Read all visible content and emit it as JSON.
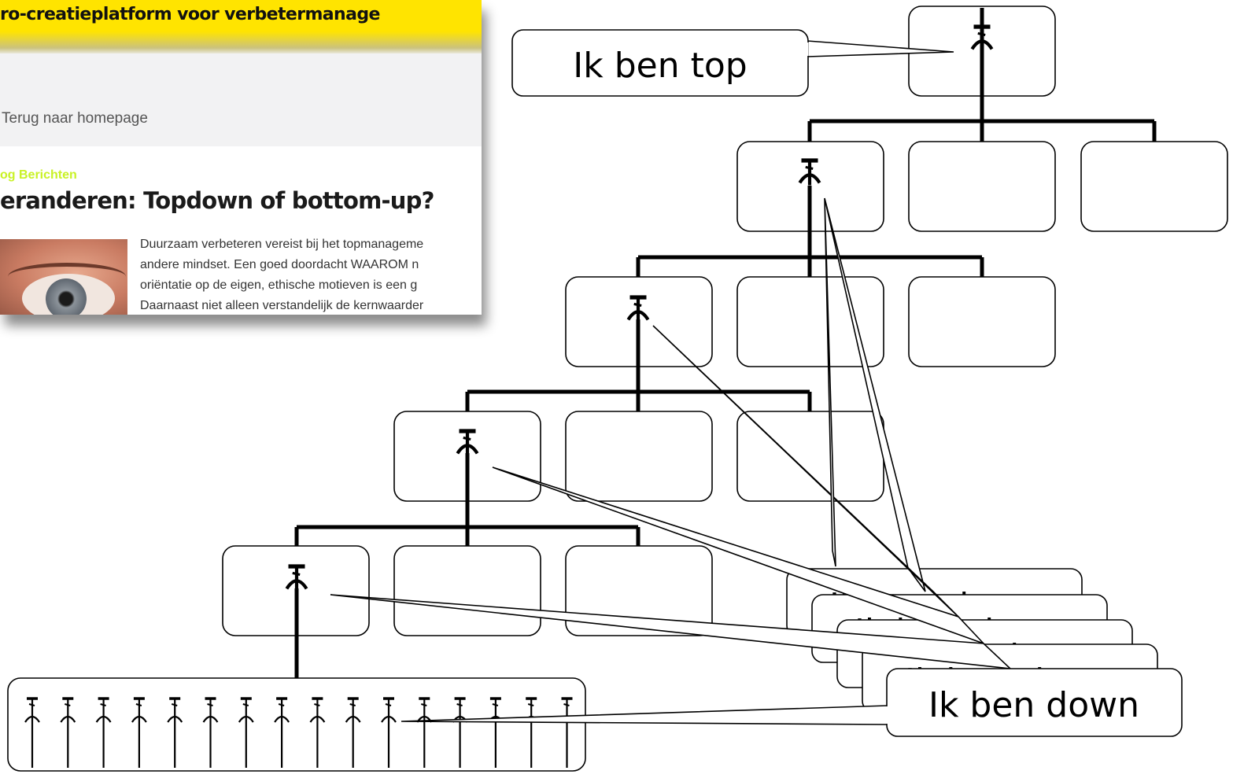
{
  "webpage": {
    "tagline": "ro-creatieplatform voor verbetermanage",
    "back_link": "Terug naar homepage",
    "category": "og Berichten",
    "post_title": "eranderen: Topdown of bottom-up?",
    "excerpt_lines": [
      "Duurzaam verbeteren vereist bij het topmanageme",
      "andere mindset. Een goed doordacht WAAROM n",
      "oriëntatie op de eigen, ethische motieven is een g",
      "Daarnaast niet alleen verstandelijk de kernwaarder"
    ]
  },
  "diagram": {
    "top_label": "Ik ben top",
    "down_label": "Ik ben down",
    "down_label_stack_count": 5,
    "rows": [
      {
        "level": 1,
        "boxes": 1
      },
      {
        "level": 2,
        "boxes": 3
      },
      {
        "level": 3,
        "boxes": 3
      },
      {
        "level": 4,
        "boxes": 3
      },
      {
        "level": 5,
        "boxes": 3
      },
      {
        "level": 6,
        "boxes": 1,
        "figures": 16
      }
    ]
  }
}
